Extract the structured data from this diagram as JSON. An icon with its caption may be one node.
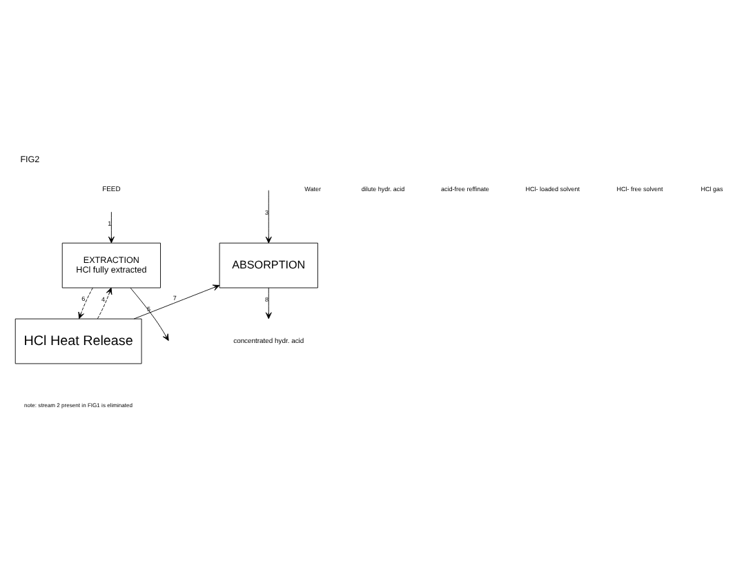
{
  "diagram": {
    "title": "FIG2",
    "caption": "note: stream 2 present in FIG1 is eliminated",
    "nodes": [
      {
        "text": [
          "ABSORPTION"
        ]
      },
      {
        "text": [
          "EXTRACTION",
          "HCl fully extracted"
        ]
      },
      {
        "text": [
          "HCl Heat Release"
        ]
      },
      {
        "text": [
          "FEED"
        ]
      },
      {
        "text": [
          "concentrated hydr. acid"
        ]
      }
    ],
    "edges": [
      {
        "from": null,
        "to": 0,
        "arrow": "to",
        "label": "3"
      },
      {
        "from": 3,
        "to": 1,
        "arrow": "to",
        "label": "1"
      },
      {
        "from": 1,
        "to": null,
        "arrow": "to",
        "label": "5"
      },
      {
        "from": 1,
        "to": 2,
        "arrow": "to",
        "label": "6",
        "style": "dashed"
      },
      {
        "from": 2,
        "to": 1,
        "arrow": "to",
        "label": "4",
        "style": "dashed"
      },
      {
        "from": 2,
        "to": 0,
        "arrow": "to",
        "label": "7"
      },
      {
        "from": 0,
        "to": 4,
        "arrow": "to",
        "label": "8"
      }
    ],
    "labels": [
      "Water",
      "dilute hydr. acid",
      "acid-free reffinate",
      "HCl- loaded solvent",
      "HCl- free solvent",
      "HCl gas"
    ]
  }
}
